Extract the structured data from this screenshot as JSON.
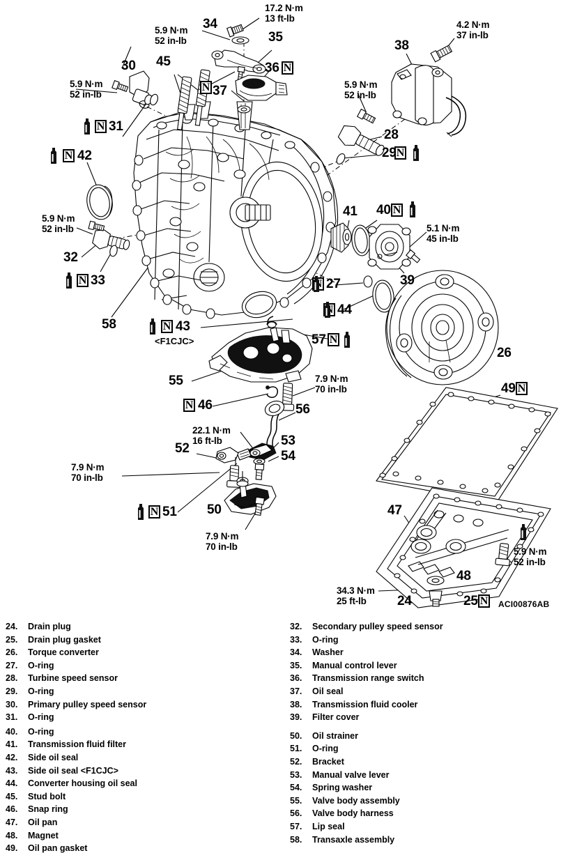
{
  "figure": {
    "code": "ACI00876AB",
    "variant_note": "<F1CJC>"
  },
  "torque_specs": [
    {
      "id": "t-34",
      "text": "17.2 N·m\n13 ft-lb"
    },
    {
      "id": "t-35",
      "text": "5.9 N·m\n52 in-lb"
    },
    {
      "id": "t-30",
      "text": "5.9 N·m\n52 in-lb"
    },
    {
      "id": "t-38",
      "text": "4.2 N·m\n37 in-lb"
    },
    {
      "id": "t-28",
      "text": "5.9 N·m\n52 in-lb"
    },
    {
      "id": "t-32",
      "text": "5.9 N·m\n52 in-lb"
    },
    {
      "id": "t-39",
      "text": "5.1 N·m\n45 in-lb"
    },
    {
      "id": "t-55",
      "text": "7.9 N·m\n70 in-lb"
    },
    {
      "id": "t-53",
      "text": "22.1 N·m\n16 ft-lb"
    },
    {
      "id": "t-52",
      "text": "7.9 N·m\n70 in-lb"
    },
    {
      "id": "t-50",
      "text": "7.9 N·m\n70 in-lb"
    },
    {
      "id": "t-47",
      "text": "5.9 N·m\n52 in-lb"
    },
    {
      "id": "t-24",
      "text": "34.3 N·m\n25 ft-lb"
    }
  ],
  "callouts": [
    {
      "id": "c-34",
      "text": "34"
    },
    {
      "id": "c-35",
      "text": "35"
    },
    {
      "id": "c-36",
      "text": "36"
    },
    {
      "id": "c-37",
      "text": "37"
    },
    {
      "id": "c-38",
      "text": "38"
    },
    {
      "id": "c-30",
      "text": "30"
    },
    {
      "id": "c-45",
      "text": "45"
    },
    {
      "id": "c-31",
      "text": "31"
    },
    {
      "id": "c-42",
      "text": "42"
    },
    {
      "id": "c-28",
      "text": "28"
    },
    {
      "id": "c-29",
      "text": "29"
    },
    {
      "id": "c-41",
      "text": "41"
    },
    {
      "id": "c-40",
      "text": "40"
    },
    {
      "id": "c-32",
      "text": "32"
    },
    {
      "id": "c-33",
      "text": "33"
    },
    {
      "id": "c-39",
      "text": "39"
    },
    {
      "id": "c-27",
      "text": "27"
    },
    {
      "id": "c-44",
      "text": "44"
    },
    {
      "id": "c-26",
      "text": "26"
    },
    {
      "id": "c-58",
      "text": "58"
    },
    {
      "id": "c-43",
      "text": "43"
    },
    {
      "id": "c-57",
      "text": "57"
    },
    {
      "id": "c-55",
      "text": "55"
    },
    {
      "id": "c-46",
      "text": "46"
    },
    {
      "id": "c-56",
      "text": "56"
    },
    {
      "id": "c-52",
      "text": "52"
    },
    {
      "id": "c-53",
      "text": "53"
    },
    {
      "id": "c-54",
      "text": "54"
    },
    {
      "id": "c-51",
      "text": "51"
    },
    {
      "id": "c-50",
      "text": "50"
    },
    {
      "id": "c-49",
      "text": "49"
    },
    {
      "id": "c-47",
      "text": "47"
    },
    {
      "id": "c-48",
      "text": "48"
    },
    {
      "id": "c-24",
      "text": "24"
    },
    {
      "id": "c-25",
      "text": "25"
    }
  ],
  "markers": {
    "n_letter": "N"
  },
  "legend": {
    "left": [
      {
        "num": "24.",
        "label": "Drain plug"
      },
      {
        "num": "25.",
        "label": "Drain plug gasket"
      },
      {
        "num": "26.",
        "label": "Torque converter"
      },
      {
        "num": "27.",
        "label": "O-ring"
      },
      {
        "num": "28.",
        "label": "Turbine speed sensor"
      },
      {
        "num": "29.",
        "label": "O-ring"
      },
      {
        "num": "30.",
        "label": "Primary pulley speed sensor"
      },
      {
        "num": "31.",
        "label": "O-ring"
      },
      {
        "num": "40.",
        "label": "O-ring"
      },
      {
        "num": "41.",
        "label": "Transmission fluid filter"
      },
      {
        "num": "42.",
        "label": "Side oil seal"
      },
      {
        "num": "43.",
        "label": "Side oil seal <F1CJC>"
      },
      {
        "num": "44.",
        "label": "Converter housing oil seal"
      },
      {
        "num": "45.",
        "label": "Stud bolt"
      },
      {
        "num": "46.",
        "label": "Snap ring"
      },
      {
        "num": "47.",
        "label": "Oil pan"
      },
      {
        "num": "48.",
        "label": "Magnet"
      },
      {
        "num": "49.",
        "label": "Oil pan gasket"
      }
    ],
    "right": [
      {
        "num": "32.",
        "label": "Secondary pulley speed sensor"
      },
      {
        "num": "33.",
        "label": "O-ring"
      },
      {
        "num": "34.",
        "label": "Washer"
      },
      {
        "num": "35.",
        "label": "Manual control lever"
      },
      {
        "num": "36.",
        "label": "Transmission range switch"
      },
      {
        "num": "37.",
        "label": "Oil seal"
      },
      {
        "num": "38.",
        "label": "Transmission fluid cooler"
      },
      {
        "num": "39.",
        "label": "Filter cover"
      },
      {
        "num": "50.",
        "label": "Oil strainer"
      },
      {
        "num": "51.",
        "label": "O-ring"
      },
      {
        "num": "52.",
        "label": "Bracket"
      },
      {
        "num": "53.",
        "label": "Manual valve lever"
      },
      {
        "num": "54.",
        "label": "Spring washer"
      },
      {
        "num": "55.",
        "label": "Valve body assembly"
      },
      {
        "num": "56.",
        "label": "Valve body harness"
      },
      {
        "num": "57.",
        "label": "Lip seal"
      },
      {
        "num": "58.",
        "label": "Transaxle assembly"
      }
    ]
  }
}
